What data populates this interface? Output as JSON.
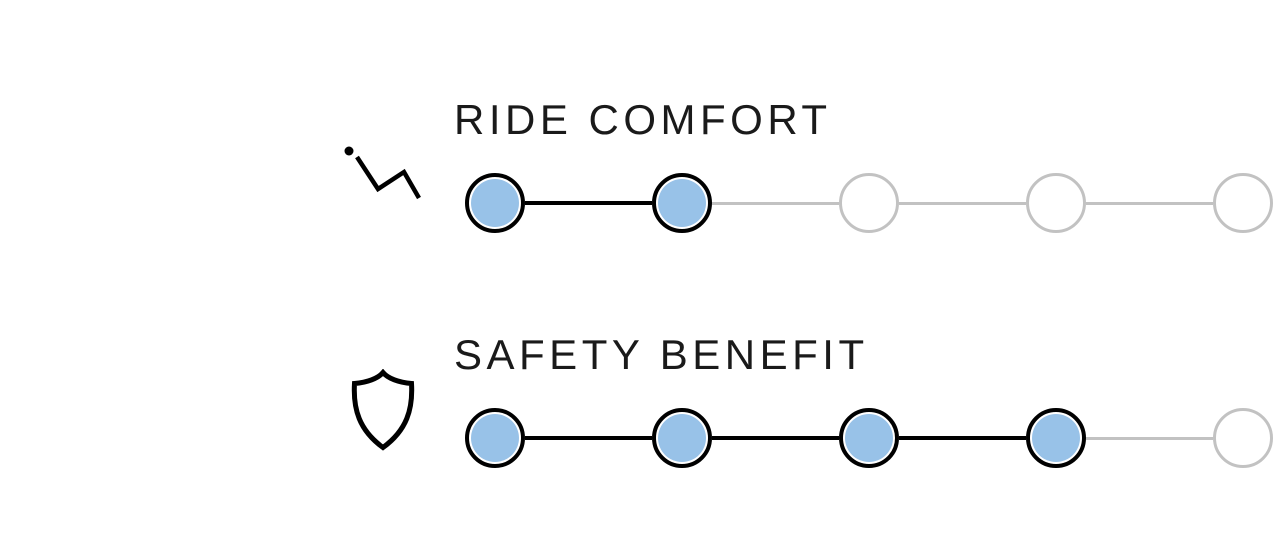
{
  "ratings": [
    {
      "label": "RIDE COMFORT",
      "icon": "recline-seat-icon",
      "value": 2,
      "max": 5
    },
    {
      "label": "SAFETY BENEFIT",
      "icon": "shield-icon",
      "value": 4,
      "max": 5
    }
  ],
  "colors": {
    "background": "#FFFFFF",
    "label_text": "#1A1A1A",
    "dot_fill": "#98C2E8",
    "dot_ring_active": "#000000",
    "dot_ring_inactive": "#C2C2C2",
    "connector_active": "#000000",
    "connector_inactive": "#C2C2C2"
  }
}
